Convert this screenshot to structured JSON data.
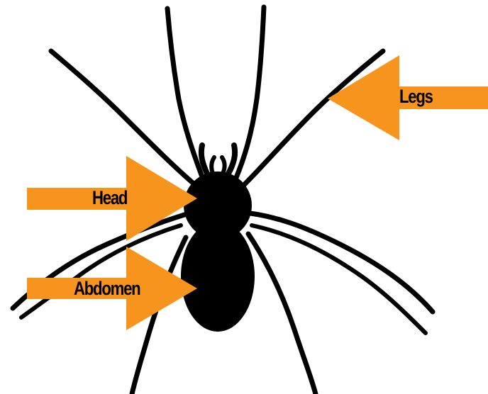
{
  "diagram": {
    "labels": {
      "legs": "Legs",
      "head": "Head",
      "abdomen": "Abdomen"
    }
  },
  "colors": {
    "arrow": "#F7941D",
    "silhouette": "#000000",
    "background": "#FFFFFF"
  }
}
